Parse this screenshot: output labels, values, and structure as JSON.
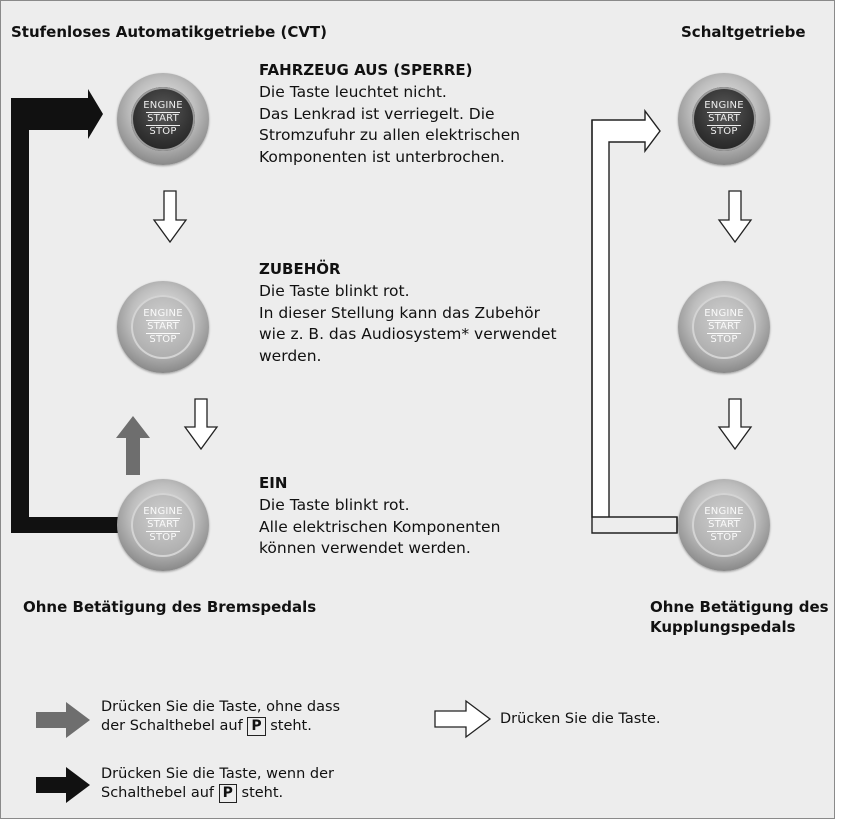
{
  "cvt_title": "Stufenloses Automatikgetriebe (CVT)",
  "manual_title": "Schaltgetriebe",
  "states": [
    {
      "title": "FAHRZEUG AUS (SPERRE)",
      "lines": [
        "Die Taste leuchtet nicht.",
        "Das Lenkrad ist verriegelt. Die",
        "Stromzufuhr zu allen elektrischen",
        "Komponenten ist unterbrochen."
      ]
    },
    {
      "title": "ZUBEHÖR",
      "lines": [
        "Die Taste blinkt rot.",
        "In dieser Stellung kann das Zubehör",
        "wie z. B. das Audiosystem* verwendet",
        "werden."
      ]
    },
    {
      "title": "EIN",
      "lines": [
        "Die Taste blinkt rot.",
        "Alle elektrischen Komponenten",
        "können verwendet werden."
      ]
    }
  ],
  "button": {
    "line1": "ENGINE",
    "line2": "START",
    "line3": "STOP"
  },
  "cvt_note": "Ohne Betätigung des Bremspedals",
  "manual_note_1": "Ohne Betätigung des",
  "manual_note_2": "Kupplungspedals",
  "legend": {
    "gray_1": "Drücken Sie die Taste, ohne dass",
    "gray_2a": "der Schalthebel auf",
    "gray_2b": "steht.",
    "white": "Drücken Sie die Taste.",
    "black_1": "Drücken Sie die Taste, wenn der",
    "black_2a": "Schalthebel auf",
    "black_2b": "steht.",
    "p": "P"
  },
  "colors": {
    "panel": "#ededed",
    "black_arrow": "#111111",
    "gray_arrow": "#6e6e6e",
    "white_arrow": "#ffffff"
  }
}
